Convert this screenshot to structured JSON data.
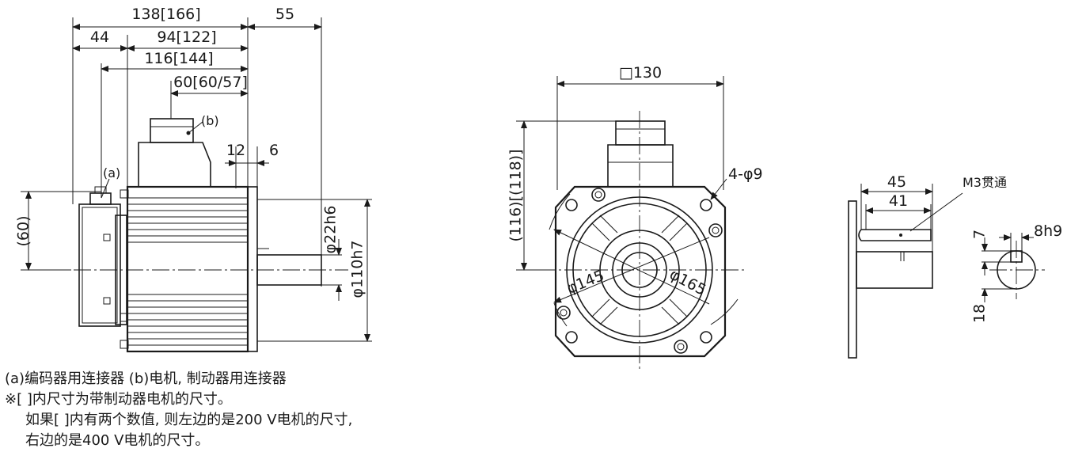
{
  "side_view": {
    "dim_overall": "138[166]",
    "dim_shaft": "55",
    "dim_encoder": "44",
    "dim_body": "94[122]",
    "dim_flange_to_rear": "116[144]",
    "dim_connector": "60[60/57]",
    "dim_flange_thick": "12",
    "dim_spigot": "6",
    "dim_height": "(60)",
    "dim_shaft_dia": "φ22h6",
    "dim_spigot_dia": "φ110h7",
    "label_a": "(a)",
    "label_b": "(b)"
  },
  "front_view": {
    "dim_square": "□130",
    "dim_height": "(116)[(118)]",
    "dim_holes": "4-φ9",
    "dim_pcd_inner": "φ145",
    "dim_pcd_outer": "φ165"
  },
  "shaft_detail": {
    "dim_len1": "45",
    "dim_len2": "41",
    "label_tap": "M3贯通",
    "dim_key_h": "7",
    "dim_key_w": "8h9",
    "dim_depth": "18"
  },
  "notes": {
    "line1": "(a)编码器用连接器 (b)电机, 制动器用连接器",
    "line2": "※[ ]内尺寸为带制动器电机的尺寸。",
    "line3": "如果[ ]内有两个数值, 则左边的是200 V电机的尺寸,",
    "line4": "右边的是400 V电机的尺寸。"
  }
}
